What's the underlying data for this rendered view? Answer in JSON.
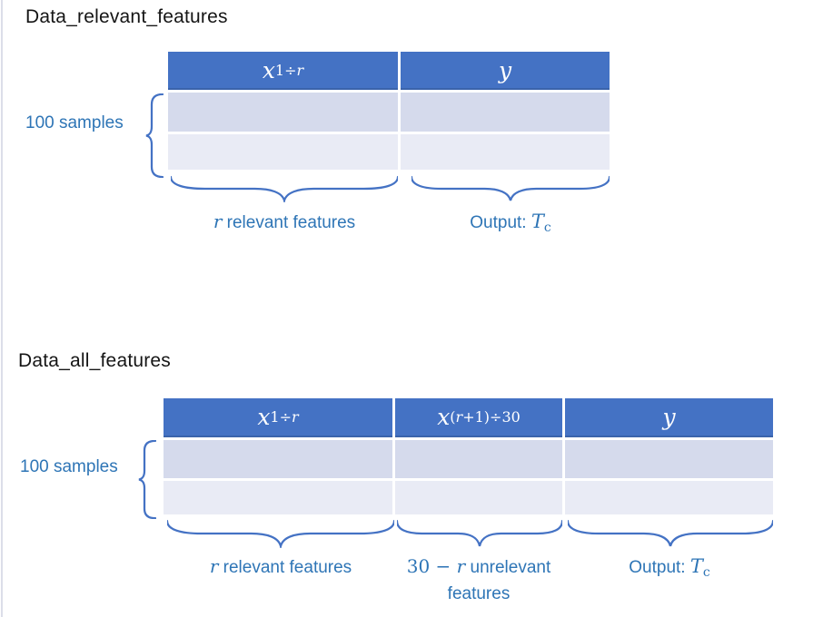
{
  "colors": {
    "header_blue": "#4472C4",
    "row_band_1": "#D5DAEC",
    "row_band_2": "#E9EBF5",
    "label_blue": "#2E75B6",
    "brace_blue": "#4472C4"
  },
  "section1": {
    "title": "Data_relevant_features",
    "samples_label": "100 samples",
    "table": {
      "num_body_rows": 2,
      "col1_header": {
        "base": "x",
        "sub_pre": "1÷",
        "sub_var": "r"
      },
      "col2_header": {
        "base": "y"
      }
    },
    "caption_col1": {
      "var": "r",
      "text": " relevant features"
    },
    "caption_col2": {
      "prefix": "Output: ",
      "symbol": "T",
      "sub": "c"
    }
  },
  "section2": {
    "title": "Data_all_features",
    "samples_label": "100 samples",
    "table": {
      "num_body_rows": 2,
      "col1_header": {
        "base": "x",
        "sub_pre": "1÷",
        "sub_var": "r"
      },
      "col2_header": {
        "base": "x",
        "sub_open": "(",
        "sub_var": "r",
        "sub_rest": "+1)÷30"
      },
      "col3_header": {
        "base": "y"
      }
    },
    "caption_col1": {
      "var": "r",
      "text": " relevant features"
    },
    "caption_col2": {
      "num": "30 − ",
      "var": "r",
      "text": " unrelevant features"
    },
    "caption_col3": {
      "prefix": "Output: ",
      "symbol": "T",
      "sub": "c"
    }
  }
}
